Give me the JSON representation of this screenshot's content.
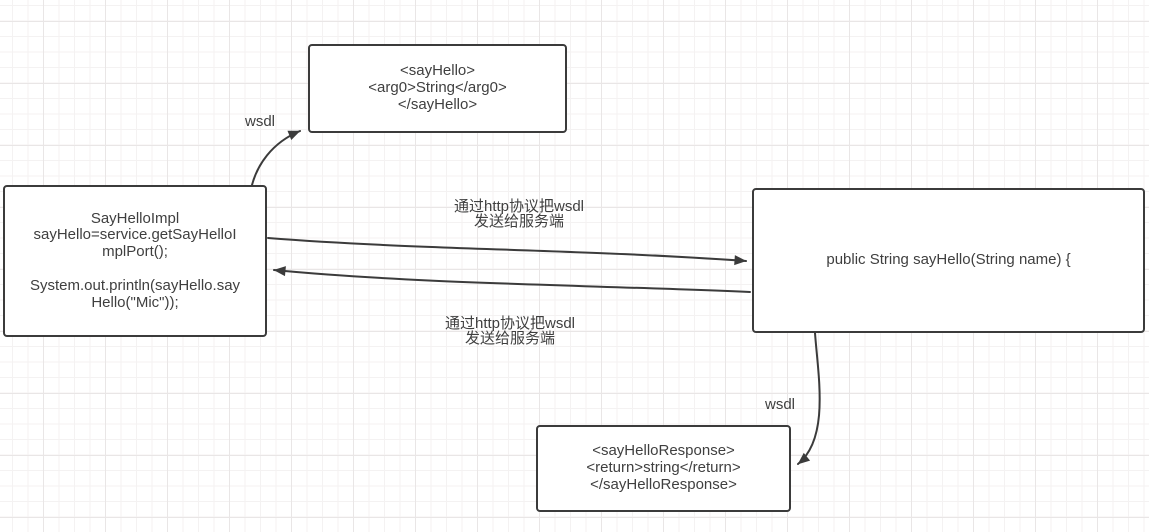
{
  "canvas": {
    "background_color": "#ffffff",
    "grid_minor_color": "#f4f2f2",
    "grid_major_color": "#e9e6e6",
    "stroke_color": "#3b3b3b",
    "text_color": "#3f3f3f"
  },
  "nodes": {
    "request_xml": {
      "lines": [
        "<sayHello>",
        "<arg0>String</arg0>",
        "</sayHello>"
      ]
    },
    "client_code": {
      "lines": [
        "SayHelloImpl",
        "sayHello=service.getSayHelloI",
        "mplPort();",
        "",
        "System.out.println(sayHello.say",
        "Hello(\"Mic\"));"
      ]
    },
    "server_code": {
      "lines": [
        "public String sayHello(String name) {"
      ]
    },
    "response_xml": {
      "lines": [
        "<sayHelloResponse>",
        "<return>string</return>",
        "</sayHelloResponse>"
      ]
    }
  },
  "edge_labels": {
    "wsdl_request": "wsdl",
    "wsdl_response": "wsdl",
    "http_request": [
      "通过http协议把wsdl",
      "发送给服务端"
    ],
    "http_response": [
      "通过http协议把wsdl",
      "发送给服务端"
    ]
  }
}
